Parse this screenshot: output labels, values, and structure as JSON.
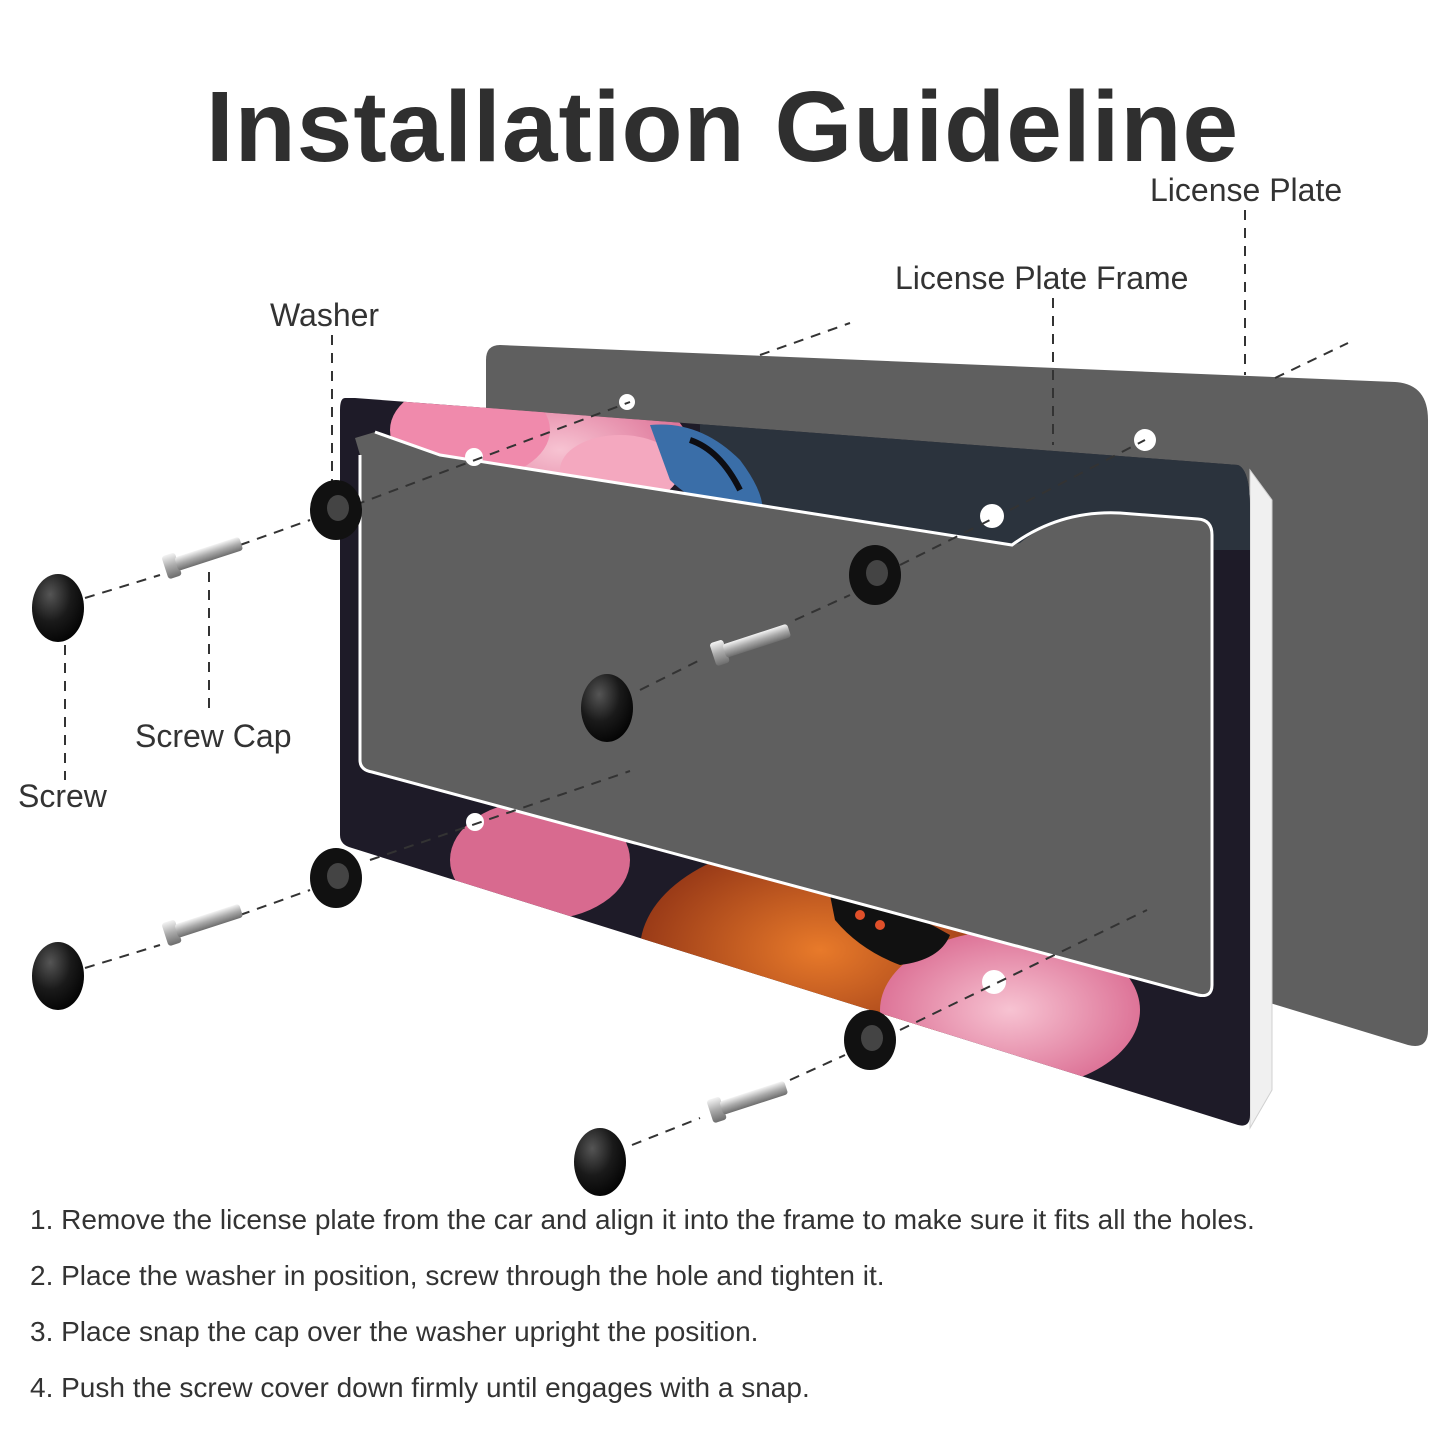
{
  "title": "Installation Guideline",
  "labels": {
    "license_plate": "License Plate",
    "license_plate_frame": "License Plate Frame",
    "washer": "Washer",
    "screw_cap": "Screw Cap",
    "screw": "Screw"
  },
  "steps": [
    "1. Remove the license plate from the car and align it into the frame to make sure it fits all the holes.",
    "2. Place the washer in position, screw through the hole and tighten it.",
    "3. Place snap the cap over the washer upright the position.",
    "4. Push the screw cover down firmly until engages with a snap."
  ],
  "colors": {
    "plate": "#5f5f5f",
    "frame_dark": "#1e1b28",
    "petal_pink": "#e58aa6",
    "petal_orange": "#c8561f",
    "butterfly_blue": "#3a6ea8",
    "hardware_black": "#111111"
  }
}
